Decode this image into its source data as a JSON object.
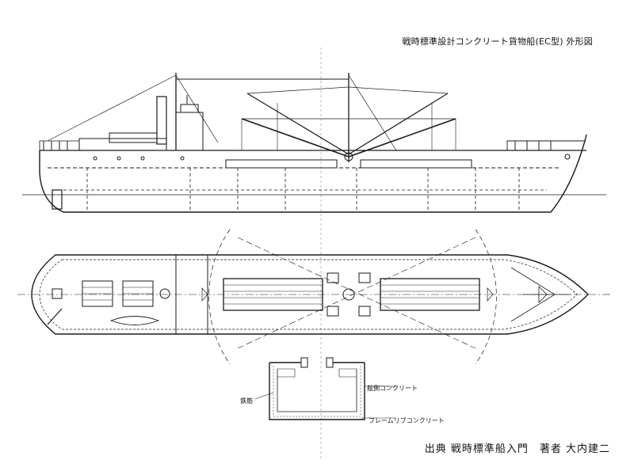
{
  "drawing": {
    "title": "戦時標準設計コンクリート貨物船(EC型) 外形図",
    "caption": "出典 戦時標準船入門　著者 大内建二",
    "labels": {
      "side_concrete": "舷側コンクリート",
      "frame_rib_concrete": "フレームリブコンクリート",
      "rebar": "鉄筋"
    }
  },
  "colors": {
    "ink": "#1a1a1a",
    "paper": "#ffffff"
  }
}
